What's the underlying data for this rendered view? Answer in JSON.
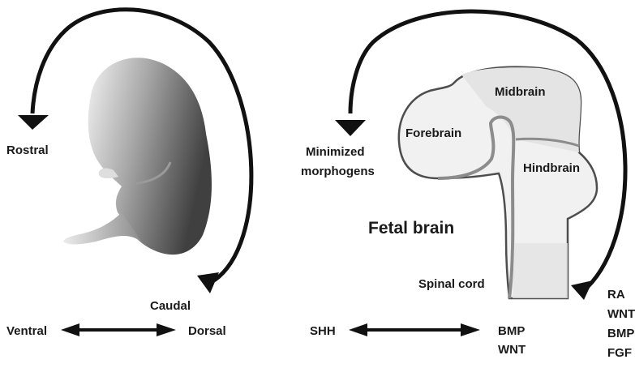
{
  "left_panel": {
    "rostral": "Rostral",
    "caudal": "Caudal",
    "ventral": "Ventral",
    "dorsal": "Dorsal"
  },
  "right_panel": {
    "title": "Fetal brain",
    "regions": {
      "forebrain": "Forebrain",
      "midbrain": "Midbrain",
      "hindbrain": "Hindbrain",
      "spinal_cord": "Spinal cord"
    },
    "minimized": [
      "Minimized",
      "morphogens"
    ],
    "ventral_signal": "SHH",
    "dorsal_signals": [
      "BMP",
      "WNT"
    ],
    "caudal_signals": [
      "RA",
      "WNT",
      "BMP",
      "FGF"
    ]
  },
  "colors": {
    "outline": "#4d4d4d",
    "brain_fill": "#f1f1f1",
    "midbrain_fill": "#e4e4e4",
    "arrow": "#111111",
    "boundary": "#8c8c8c"
  }
}
